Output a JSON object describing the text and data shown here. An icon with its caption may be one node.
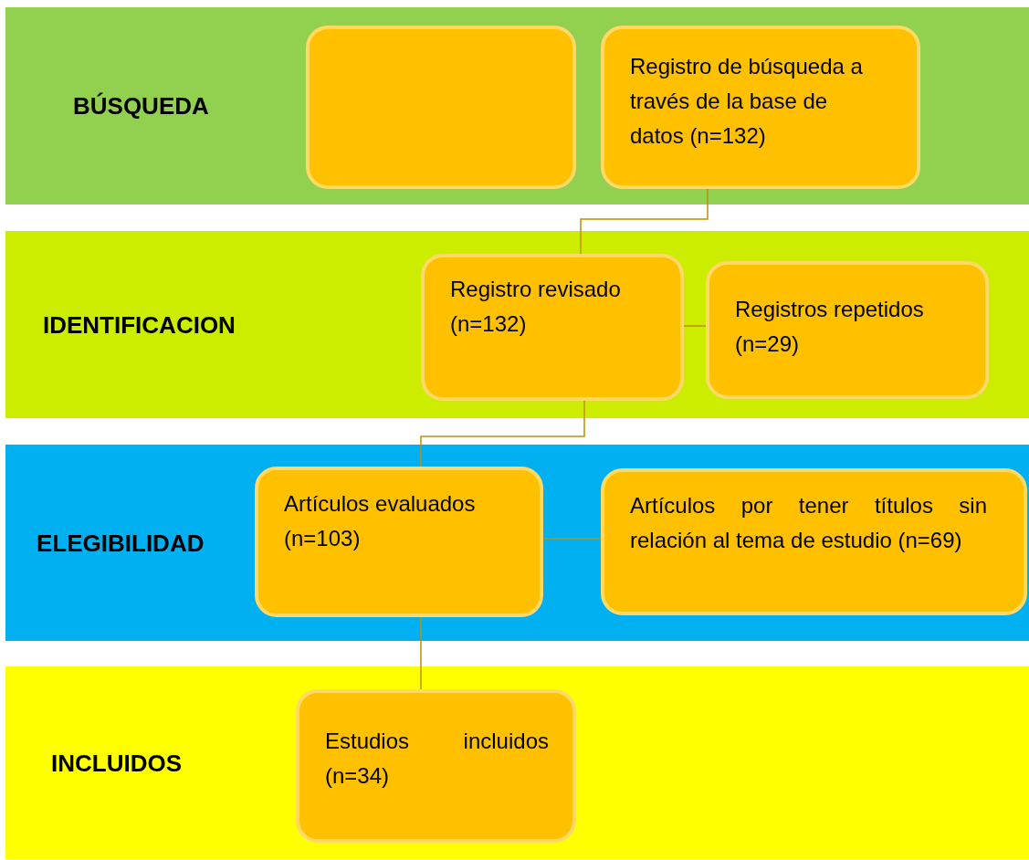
{
  "diagram": {
    "nodes": [
      {
        "text": [
          "BÚSQUEDA"
        ]
      },
      {
        "text": [],
        "shape": "box",
        "in": 0
      },
      {
        "text": [
          "Registro de búsqueda a través de la base de datos (n=132)"
        ],
        "in": 0
      },
      {
        "text": [
          "IDENTIFICACION"
        ]
      },
      {
        "text": [
          "Registro revisado (n=132)"
        ],
        "in": 3
      },
      {
        "text": [
          "Registros repetidos (n=29)"
        ],
        "in": 3
      },
      {
        "text": [
          "ELEGIBILIDAD"
        ]
      },
      {
        "text": [
          "Artículos evaluados (n=103)"
        ],
        "in": 6
      },
      {
        "text": [
          "Artículos por tener títulos sin relación al tema de estudio (n=69)"
        ],
        "in": 6
      },
      {
        "text": [
          "INCLUIDOS"
        ]
      },
      {
        "text": [
          "Estudios incluidos (n=34)"
        ],
        "in": 9
      }
    ],
    "edges": [
      {
        "from": 2,
        "to": 4,
        "arrow": "none"
      },
      {
        "from": 4,
        "to": 5,
        "arrow": "none"
      },
      {
        "from": 4,
        "to": 7,
        "arrow": "none"
      },
      {
        "from": 7,
        "to": 8,
        "arrow": "none"
      },
      {
        "from": 7,
        "to": 10,
        "arrow": "none"
      }
    ]
  }
}
